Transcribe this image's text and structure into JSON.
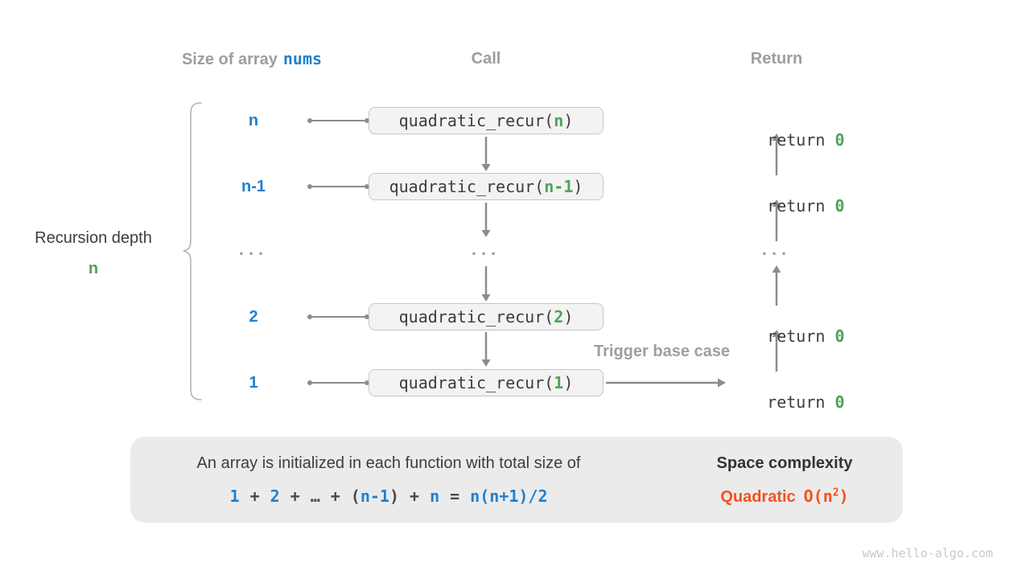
{
  "colors": {
    "blue": "#1f80d0",
    "green": "#4ea25a",
    "orange": "#f4511e",
    "heading_gray": "#9e9e9e",
    "text_dark": "#3d3d3d",
    "line_gray": "#8c8c8c",
    "box_fill": "#f3f3f3",
    "box_border": "#c6c6c6",
    "panel_fill": "#ebebeb",
    "brace_gray": "#b3b3b3",
    "big_arrow": "#bdbdbd",
    "footer_gray": "#c9c9c9"
  },
  "columns": {
    "size_header_prefix": "Size of array",
    "size_header_code": "nums",
    "call_header": "Call",
    "return_header": "Return"
  },
  "left_annotation": {
    "label": "Recursion depth",
    "value": "n"
  },
  "dots": "...",
  "rows": [
    {
      "size": "n",
      "call_prefix": "quadratic_recur(",
      "arg": "n",
      "call_suffix": ")",
      "ret_prefix": "return ",
      "ret_value": "0"
    },
    {
      "size": "n-1",
      "call_prefix": "quadratic_recur(",
      "arg": "n-1",
      "call_suffix": ")",
      "ret_prefix": "return ",
      "ret_value": "0"
    },
    {
      "size": "2",
      "call_prefix": "quadratic_recur(",
      "arg": "2",
      "call_suffix": ")",
      "ret_prefix": "return ",
      "ret_value": "0"
    },
    {
      "size": "1",
      "call_prefix": "quadratic_recur(",
      "arg": "1",
      "call_suffix": ")",
      "ret_prefix": "return ",
      "ret_value": "0"
    }
  ],
  "trigger_label": "Trigger base case",
  "summary": {
    "line1": "An array is initialized in each function with total size of",
    "equation": {
      "n1": "1",
      "plus1": "+",
      "n2": "2",
      "plus2": "+",
      "ellipsis": "…",
      "plus3": "+",
      "lparen": "(",
      "nm1": "n-1",
      "rparen": ")",
      "plus4": "+",
      "n3": "n",
      "equals": "=",
      "result": "n(n+1)/2"
    },
    "space_complexity_title": "Space complexity",
    "complexity_name": "Quadratic",
    "big_o_prefix": "O(n",
    "big_o_sup": "2",
    "big_o_suffix": ")"
  },
  "footer": "www.hello-algo.com"
}
